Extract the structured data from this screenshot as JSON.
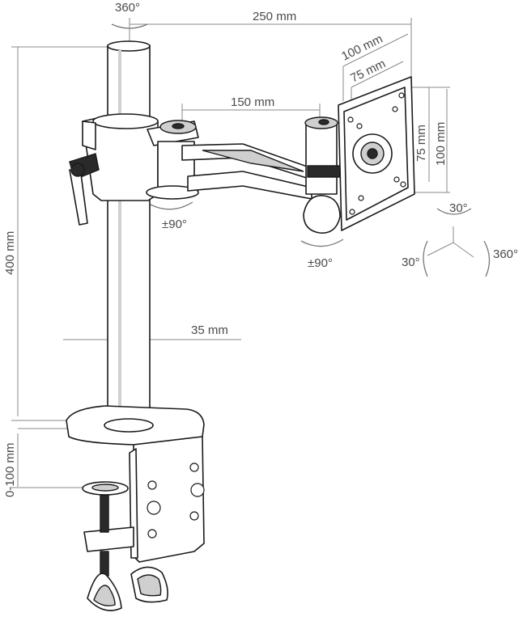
{
  "dimensions": {
    "rotation_top": "360°",
    "arm_reach": "250 mm",
    "vesa_large_top": "100 mm",
    "vesa_small_top": "75 mm",
    "arm_length": "150 mm",
    "vesa_small_side": "75 mm",
    "vesa_large_side": "100 mm",
    "tilt_top": "30°",
    "tilt_side": "30°",
    "rotation_side": "360°",
    "swivel_left": "±90°",
    "swivel_right": "±90°",
    "pole_height": "400 mm",
    "pole_diameter": "35 mm",
    "clamp_range": "0-100 mm"
  },
  "colors": {
    "outline": "#1a1a1a",
    "dimension_line": "#8a8a8a",
    "label_text": "#4a4a4a"
  }
}
